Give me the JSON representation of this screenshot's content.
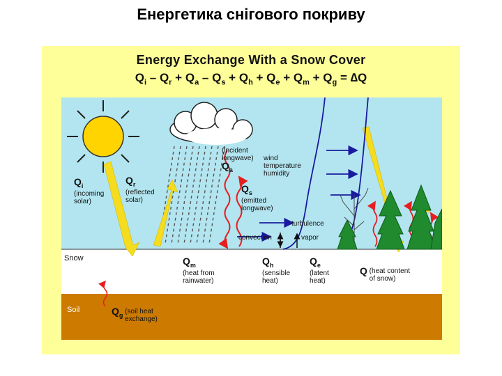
{
  "slide_title": "Енергетика снігового покриву",
  "figure": {
    "title": "Energy Exchange With a Snow Cover",
    "equation": {
      "Q": "Q",
      "i": "i",
      "r": "r",
      "a": "a",
      "s": "s",
      "h": "h",
      "e": "e",
      "m": "m",
      "g": "g",
      "minus": " – ",
      "plus": " + ",
      "equals": " = ",
      "delta_q": "∆Q"
    }
  },
  "labels": {
    "qi": {
      "sym": "Q",
      "sub": "i",
      "desc": "(incoming\nsolar)"
    },
    "qr": {
      "sym": "Q",
      "sub": "r",
      "desc": "(reflected\nsolar)"
    },
    "qa": {
      "sym": "Q",
      "sub": "a",
      "desc": "(incident\nlongwave)"
    },
    "qs": {
      "sym": "Q",
      "sub": "s",
      "desc": "(emitted\nlongwave)"
    },
    "wind": "wind\ntemperature\nhumidity",
    "turbulence": "turbulence",
    "convection": "convection",
    "vapor": "vapor",
    "snow": "Snow",
    "soil": "Soil",
    "qm": {
      "sym": "Q",
      "sub": "m",
      "desc": "(heat from\nrainwater)"
    },
    "qh": {
      "sym": "Q",
      "sub": "h",
      "desc": "(sensible\nheat)"
    },
    "qe": {
      "sym": "Q",
      "sub": "e",
      "desc": "(latent\nheat)"
    },
    "q": {
      "sym": "Q",
      "desc": "(heat content\nof snow)"
    },
    "qg": {
      "sym": "Q",
      "sub": "g",
      "desc": "(soil heat\nexchange)"
    }
  },
  "colors": {
    "panel": "#ffff99",
    "sky": "#b3e5f0",
    "snow": "#ffffff",
    "soil": "#cc7a00",
    "sun": "#ffd400",
    "arrow_yellow": "#f5dc1e",
    "arrow_red": "#e61e1e",
    "arrow_blue": "#1a1aa0",
    "tree": "#1f8a2e",
    "cloud": "#ffffff"
  },
  "icons": [
    "sun-icon",
    "cloud-icon",
    "rain",
    "tree-icons",
    "bare-tree-icon"
  ]
}
